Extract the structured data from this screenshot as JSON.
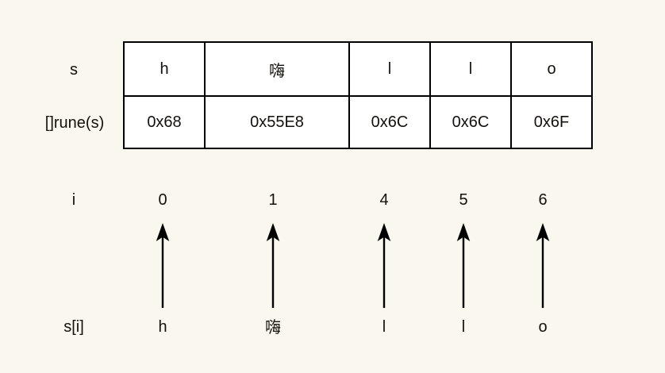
{
  "diagram": {
    "background_color": "#faf7ef",
    "line_color": "#000000",
    "text_color": "#14110c",
    "labels": {
      "string_row": "s",
      "rune_row": "[]rune(s)",
      "index_row": "i",
      "indexed_row": "s[i]"
    },
    "table": {
      "columns": [
        {
          "char": "h",
          "rune_hex": "0x68",
          "width": 100
        },
        {
          "char": "嗨",
          "rune_hex": "0x55E8",
          "width": 180
        },
        {
          "char": "l",
          "rune_hex": "0x6C",
          "width": 100
        },
        {
          "char": "l",
          "rune_hex": "0x6C",
          "width": 100
        },
        {
          "char": "o",
          "rune_hex": "0x6F",
          "width": 100
        }
      ]
    },
    "byte_indices": [
      {
        "index": "0",
        "char": "h"
      },
      {
        "index": "1",
        "char": "嗨"
      },
      {
        "index": "4",
        "char": "l"
      },
      {
        "index": "5",
        "char": "l"
      },
      {
        "index": "6",
        "char": "o"
      }
    ],
    "arrow_count": 5,
    "arrow_direction": "up"
  }
}
